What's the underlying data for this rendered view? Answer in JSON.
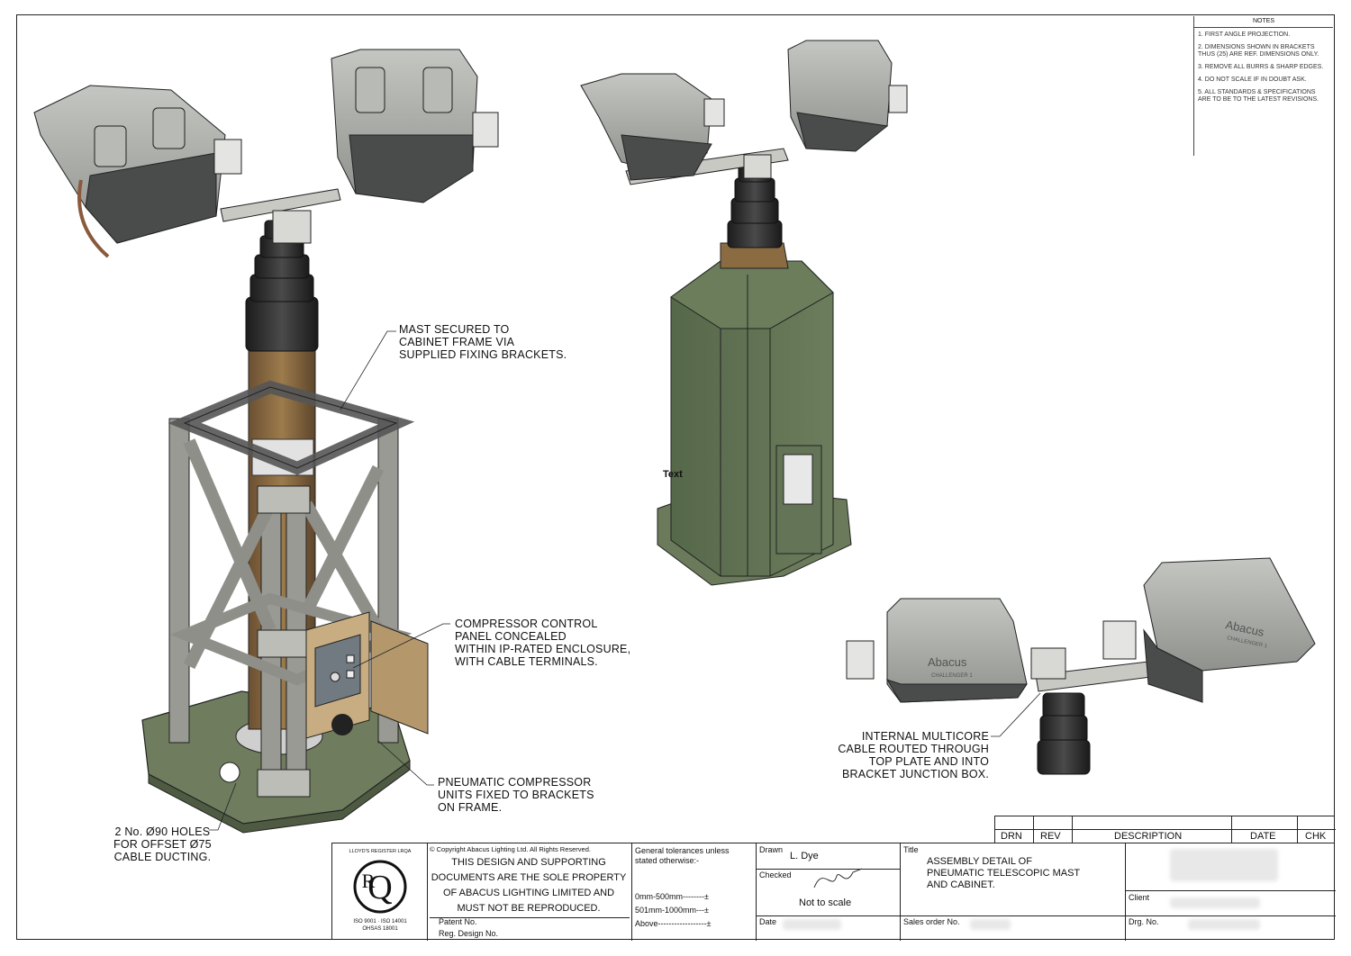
{
  "notes": {
    "title": "NOTES",
    "items": [
      "1. FIRST ANGLE PROJECTION.",
      "2. DIMENSIONS SHOWN IN BRACKETS THUS (25) ARE REF. DIMENSIONS ONLY.",
      "3. REMOVE ALL BURRS & SHARP EDGES.",
      "4. DO NOT SCALE IF IN DOUBT ASK.",
      "5. ALL STANDARDS & SPECIFICATIONS ARE TO BE TO THE LATEST REVISIONS."
    ]
  },
  "callouts": {
    "mast": [
      "MAST SECURED TO",
      "CABINET FRAME VIA",
      "SUPPLIED FIXING BRACKETS."
    ],
    "compressor_panel": [
      "COMPRESSOR CONTROL",
      "PANEL CONCEALED",
      "WITHIN IP-RATED ENCLOSURE,",
      "WITH CABLE TERMINALS."
    ],
    "pneumatic": [
      "PNEUMATIC COMPRESSOR",
      "UNITS FIXED TO BRACKETS",
      "ON FRAME."
    ],
    "holes": [
      "2 No. Ø90 HOLES",
      "FOR OFFSET Ø75",
      "CABLE DUCTING."
    ],
    "cable": [
      "INTERNAL MULTICORE",
      "CABLE ROUTED THROUGH",
      "TOP PLATE AND INTO",
      "BRACKET JUNCTION BOX."
    ],
    "text_marker": "Text"
  },
  "revision_table": {
    "headers": [
      "DRN",
      "REV",
      "DESCRIPTION",
      "DATE",
      "CHK"
    ]
  },
  "title_block": {
    "cert": {
      "ring_text": "LLOYD'S REGISTER LRQA",
      "standards": "ISO 9001 · ISO 14001",
      "ohsas": "OHSAS 18001"
    },
    "copyright": {
      "line1": "© Copyright Abacus Lighting Ltd. All Rights Reserved.",
      "line2": "THIS DESIGN AND SUPPORTING",
      "line3": "DOCUMENTS ARE THE SOLE PROPERTY",
      "line4": "OF ABACUS LIGHTING LIMITED AND",
      "line5": "MUST NOT BE REPRODUCED.",
      "patent": "Patent No.",
      "reg": "Reg. Design No."
    },
    "tolerances": {
      "heading": "General tolerances unless stated otherwise:-",
      "row1": "0mm-500mm--------±",
      "row2": "501mm-1000mm---±",
      "row3": "Above------------------±"
    },
    "drawn_label": "Drawn",
    "drawn_value": "L. Dye",
    "checked_label": "Checked",
    "scale": "Not to scale",
    "date_label": "Date",
    "title_label": "Title",
    "title_text": [
      "ASSEMBLY DETAIL OF",
      "PNEUMATIC TELESCOPIC MAST",
      "AND CABINET."
    ],
    "sales_order_label": "Sales order No.",
    "client_label": "Client",
    "drg_label": "Drg. No."
  },
  "lamp_brand": "Abacus",
  "lamp_model": "CHALLENGER 1",
  "colors": {
    "frame": "#9a9a94",
    "mast_dark": "#2b2b2b",
    "mast_tube": "#8a6b42",
    "cabinet": "#5f7152",
    "base_plate": "#6f7d5e",
    "lamp_body": "#a9aba6",
    "lamp_dark": "#4a4c4c"
  }
}
